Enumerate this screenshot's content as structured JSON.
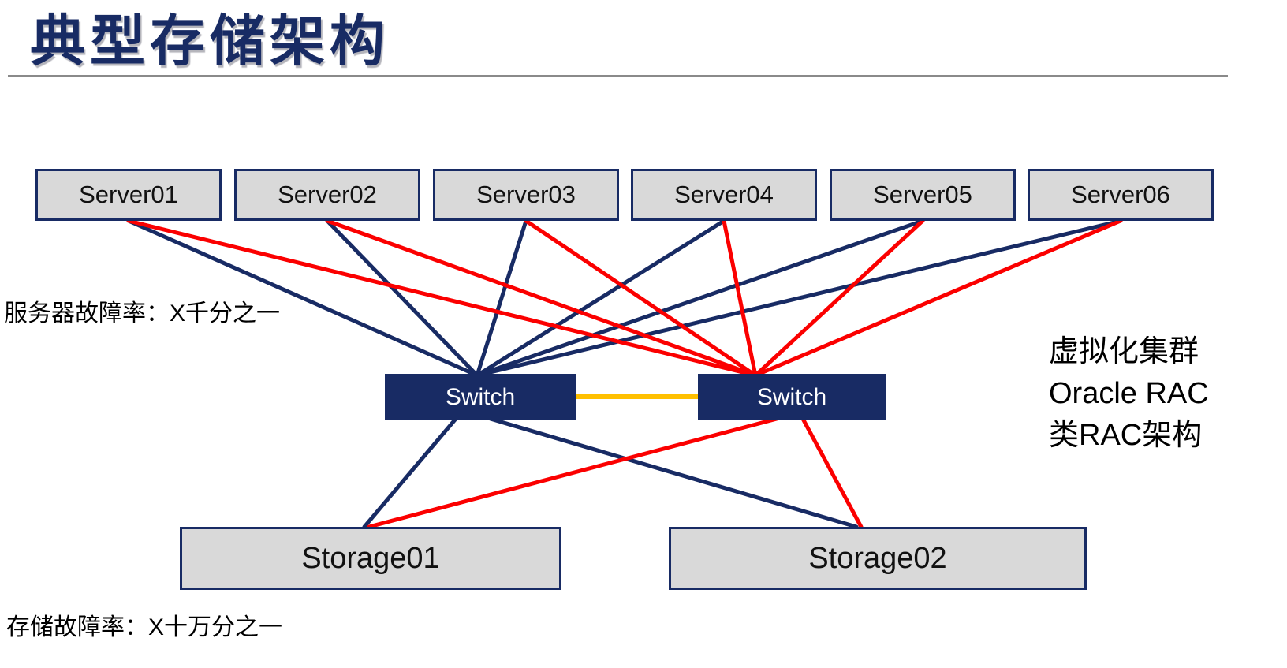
{
  "slide": {
    "title": "典型存储架构",
    "annotations": {
      "server_failure_rate": "服务器故障率：X千分之一",
      "storage_failure_rate": "存储故障率：X十万分之一",
      "cluster_note_lines": [
        "虚拟化集群",
        "Oracle RAC",
        "类RAC架构"
      ]
    }
  },
  "diagram": {
    "servers": [
      {
        "id": "server01",
        "label": "Server01"
      },
      {
        "id": "server02",
        "label": "Server02"
      },
      {
        "id": "server03",
        "label": "Server03"
      },
      {
        "id": "server04",
        "label": "Server04"
      },
      {
        "id": "server05",
        "label": "Server05"
      },
      {
        "id": "server06",
        "label": "Server06"
      }
    ],
    "switches": [
      {
        "id": "switch1",
        "label": "Switch"
      },
      {
        "id": "switch2",
        "label": "Switch"
      }
    ],
    "storages": [
      {
        "id": "storage01",
        "label": "Storage01"
      },
      {
        "id": "storage02",
        "label": "Storage02"
      }
    ],
    "edges": [
      {
        "from": "server01",
        "to": "switch1_top",
        "color": "navy"
      },
      {
        "from": "server02",
        "to": "switch1_top",
        "color": "navy"
      },
      {
        "from": "server03",
        "to": "switch1_top",
        "color": "navy"
      },
      {
        "from": "server04",
        "to": "switch1_top",
        "color": "navy"
      },
      {
        "from": "server05",
        "to": "switch1_top",
        "color": "navy"
      },
      {
        "from": "server06",
        "to": "switch1_top",
        "color": "navy"
      },
      {
        "from": "switch1_bottom_left",
        "to": "storage01_top",
        "color": "navy"
      },
      {
        "from": "switch1_bottom_right",
        "to": "storage02_top",
        "color": "navy"
      },
      {
        "from": "switch1_right",
        "to": "switch2_left",
        "color": "orange"
      },
      {
        "from": "server01",
        "to": "switch2_top",
        "color": "red"
      },
      {
        "from": "server02",
        "to": "switch2_top",
        "color": "red"
      },
      {
        "from": "server03",
        "to": "switch2_top",
        "color": "red"
      },
      {
        "from": "server04",
        "to": "switch2_top",
        "color": "red"
      },
      {
        "from": "server05",
        "to": "switch2_top",
        "color": "red"
      },
      {
        "from": "server06",
        "to": "switch2_top",
        "color": "red"
      },
      {
        "from": "switch2_bottom_left",
        "to": "storage01_top2",
        "color": "red"
      },
      {
        "from": "switch2_bottom_right",
        "to": "storage02_top2",
        "color": "red"
      }
    ]
  },
  "colors": {
    "navy": "#182B64",
    "red": "#FB0000",
    "orange": "#FFC000",
    "box_fill": "#D9D9D9",
    "rule_gray": "#8A8A8A"
  }
}
